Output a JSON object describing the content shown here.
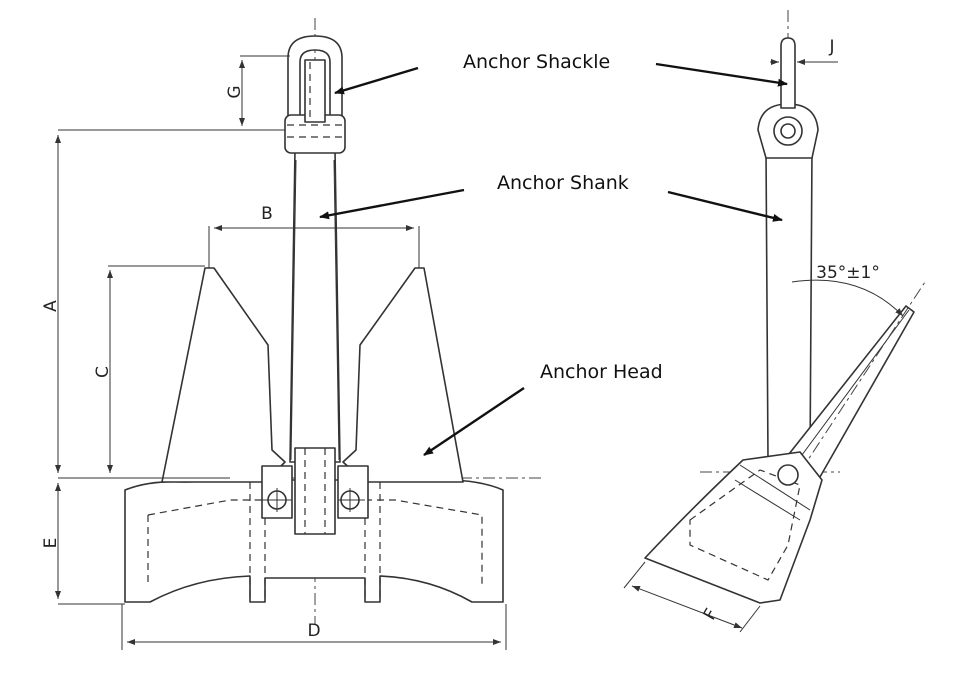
{
  "labels": {
    "shackle": "Anchor Shackle",
    "shank": "Anchor Shank",
    "head": "Anchor Head"
  },
  "dimensions": {
    "a": "A",
    "b": "B",
    "c": "C",
    "d": "D",
    "e": "E",
    "f": "F",
    "g": "G",
    "j": "J",
    "angle": "35°±1°"
  }
}
